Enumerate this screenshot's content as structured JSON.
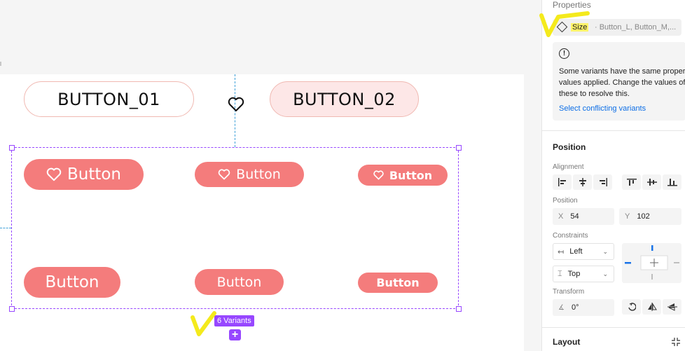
{
  "canvas": {
    "button_01": "BUTTON_01",
    "button_02": "BUTTON_02",
    "variants": [
      {
        "label": "Button",
        "has_heart": true
      },
      {
        "label": "Button",
        "has_heart": true
      },
      {
        "label": "Button",
        "has_heart": true
      },
      {
        "label": "Button",
        "has_heart": false
      },
      {
        "label": "Button",
        "has_heart": false
      },
      {
        "label": "Button",
        "has_heart": false
      }
    ],
    "variants_badge": "6 Variants",
    "add_variant": "+"
  },
  "panel": {
    "properties_title": "Properties",
    "size_label": "Size",
    "size_values": "· Button_L, Button_M,...",
    "warning_text": "Some variants have the same property values applied. Change the values of these to resolve this.",
    "warning_link": "Select conflicting variants",
    "position_title": "Position",
    "alignment_label": "Alignment",
    "position_label": "Position",
    "x_prefix": "X",
    "x_value": "54",
    "y_prefix": "Y",
    "y_value": "102",
    "constraints_label": "Constraints",
    "constraint_h": "Left",
    "constraint_v": "Top",
    "transform_label": "Transform",
    "rotation": "0°",
    "layout_title": "Layout"
  },
  "colors": {
    "accent_purple": "#9747ff",
    "button_fill": "#f47c7c",
    "guide_blue": "#3ea0d8",
    "highlight_yellow": "#fff36a"
  }
}
